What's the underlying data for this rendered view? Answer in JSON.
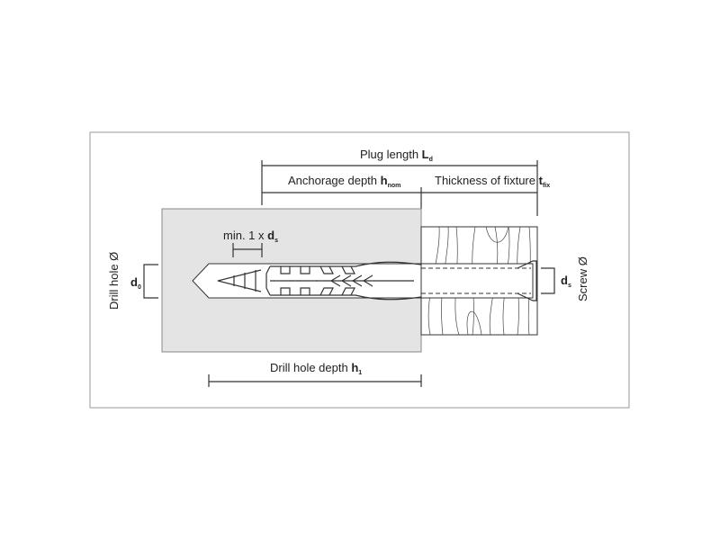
{
  "diagram": {
    "plug_length": {
      "label": "Plug length ",
      "symbol": "L",
      "sub": "d"
    },
    "anchorage_depth": {
      "label": "Anchorage depth ",
      "symbol": "h",
      "sub": "nom"
    },
    "fixture_thickness": {
      "label": "Thickness of fixture ",
      "symbol": "t",
      "sub": "fix"
    },
    "min_spacing": {
      "label": "min. 1 x ",
      "symbol": "d",
      "sub": "s"
    },
    "drill_hole_depth": {
      "label": "Drill hole depth ",
      "symbol": "h",
      "sub": "1"
    },
    "drill_hole_diameter": {
      "label": "Drill hole Ø",
      "symbol": "d",
      "sub": "0"
    },
    "screw_diameter": {
      "label": "Screw Ø",
      "symbol": "d",
      "sub": "s"
    },
    "colors": {
      "concrete": "#e4e4e4",
      "frame": "#888888",
      "line": "#333333"
    }
  }
}
